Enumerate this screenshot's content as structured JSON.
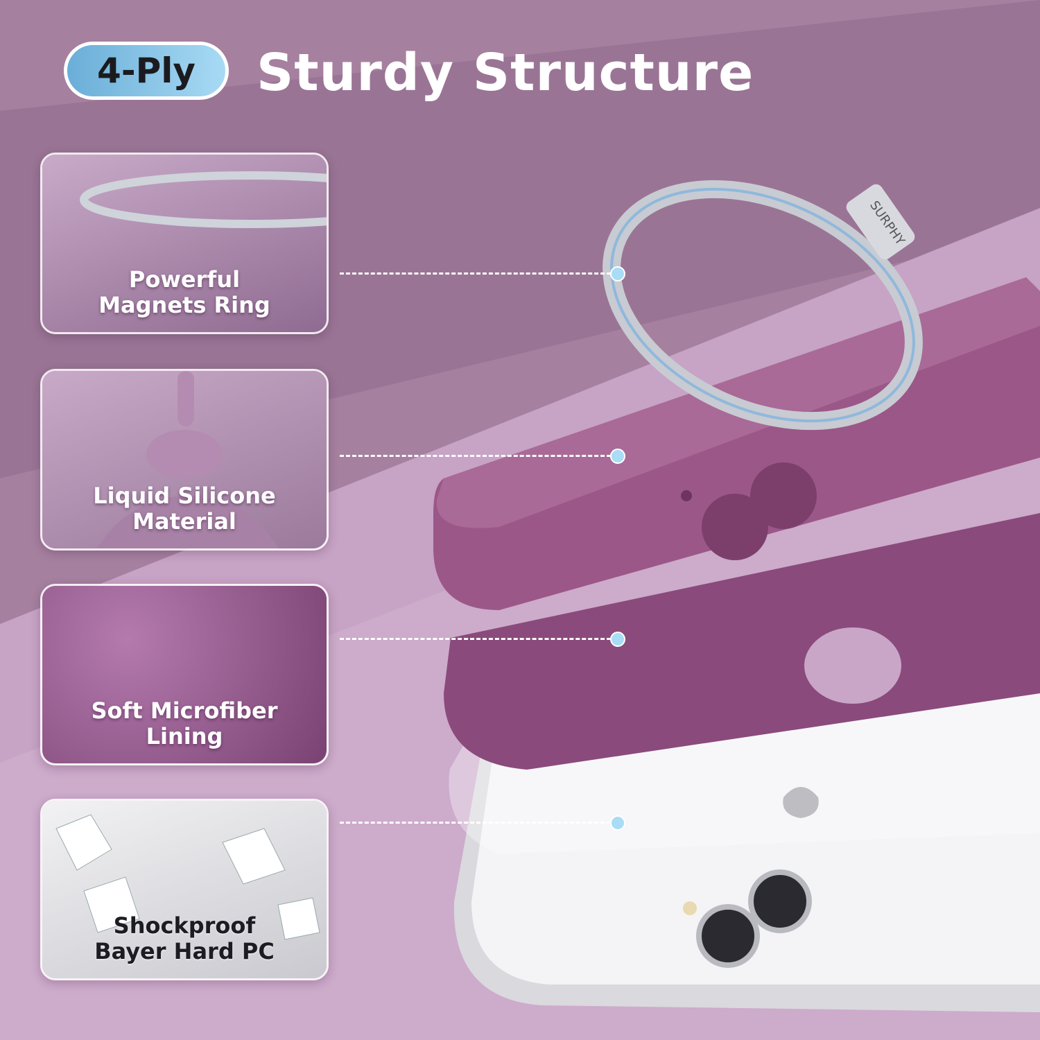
{
  "header": {
    "badge": "4-Ply",
    "title": "Sturdy Structure"
  },
  "layers": [
    {
      "label_line1": "Powerful",
      "label_line2": "Magnets Ring"
    },
    {
      "label_line1": "Liquid Silicone",
      "label_line2": "Material"
    },
    {
      "label_line1": "Soft Microfiber",
      "label_line2": "Lining"
    },
    {
      "label_line1": "Shockproof",
      "label_line2": "Bayer Hard PC"
    }
  ],
  "ring_brand": "SURPHY",
  "colors": {
    "background": "#a6809f",
    "accent": "#a9dcf5",
    "silicone": "#9b5788",
    "lining": "#8a4a7c"
  }
}
